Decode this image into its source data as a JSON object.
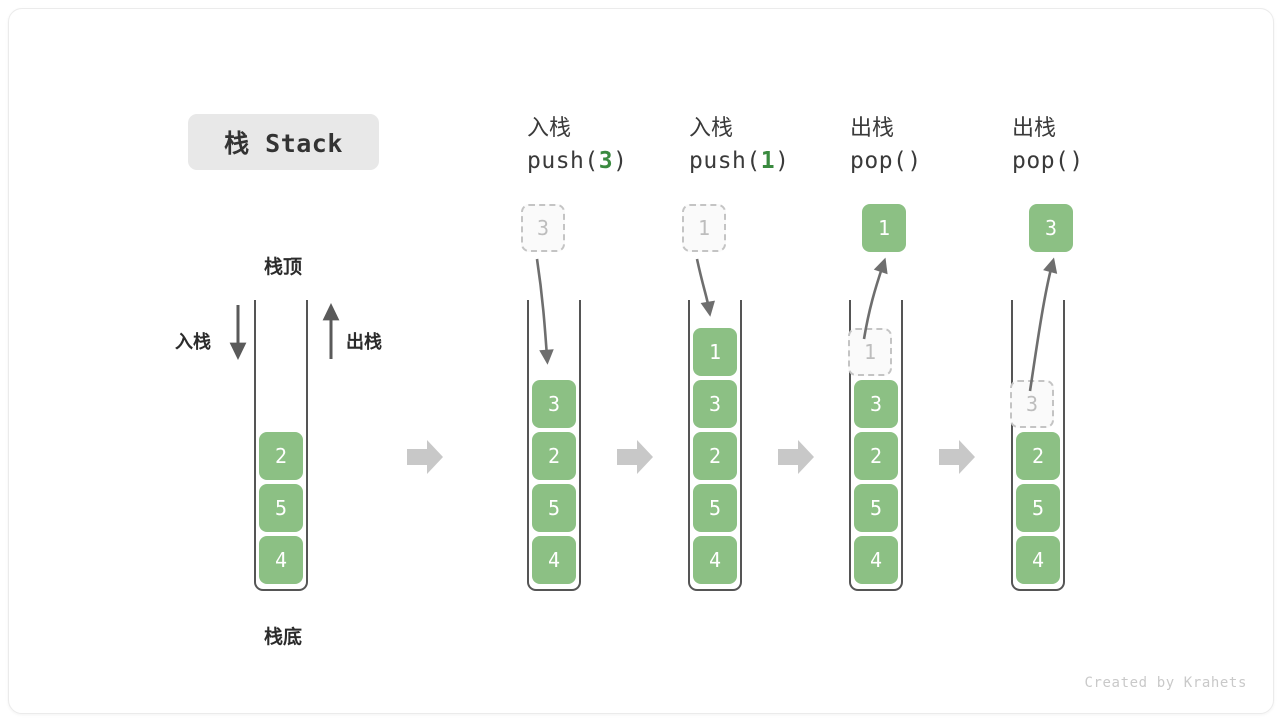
{
  "title_chip": "栈 Stack",
  "labels": {
    "top": "栈顶",
    "bottom": "栈底",
    "push_side": "入栈",
    "pop_side": "出栈"
  },
  "credit": "Created by Krahets",
  "colors": {
    "cell_fill": "#8cc084",
    "cell_text": "#ffffff",
    "ghost_border": "#c4c4c4",
    "ghost_text": "#bdbdbd",
    "accent_green": "#3a8a3f",
    "tube_stroke": "#555555",
    "arrow_gray": "#c8c8c8",
    "curve_arrow": "#6e6e6e",
    "chip_bg": "#e8e8e8"
  },
  "columns": [
    {
      "id": "initial",
      "heading_cn": "",
      "heading_code": "",
      "code_arg": "",
      "stack": [
        "2",
        "5",
        "4"
      ],
      "float_cell": null,
      "float_kind": null
    },
    {
      "id": "push-3",
      "heading_cn": "入栈",
      "heading_code_prefix": "push(",
      "code_arg": "3",
      "heading_code_suffix": ")",
      "stack": [
        "3",
        "2",
        "5",
        "4"
      ],
      "float_cell": "3",
      "float_kind": "ghost",
      "arrow_direction": "down"
    },
    {
      "id": "push-1",
      "heading_cn": "入栈",
      "heading_code_prefix": "push(",
      "code_arg": "1",
      "heading_code_suffix": ")",
      "stack": [
        "1",
        "3",
        "2",
        "5",
        "4"
      ],
      "float_cell": "1",
      "float_kind": "ghost",
      "arrow_direction": "down"
    },
    {
      "id": "pop-1",
      "heading_cn": "出栈",
      "heading_code_prefix": "pop(",
      "code_arg": "",
      "heading_code_suffix": ")",
      "stack": [
        "1",
        "3",
        "2",
        "5",
        "4"
      ],
      "ghost_index": 0,
      "float_cell": "1",
      "float_kind": "popped",
      "arrow_direction": "up"
    },
    {
      "id": "pop-3",
      "heading_cn": "出栈",
      "heading_code_prefix": "pop(",
      "code_arg": "",
      "heading_code_suffix": ")",
      "stack": [
        "3",
        "2",
        "5",
        "4"
      ],
      "ghost_index": 0,
      "float_cell": "3",
      "float_kind": "popped",
      "arrow_direction": "up"
    }
  ],
  "transition_arrows": 4
}
